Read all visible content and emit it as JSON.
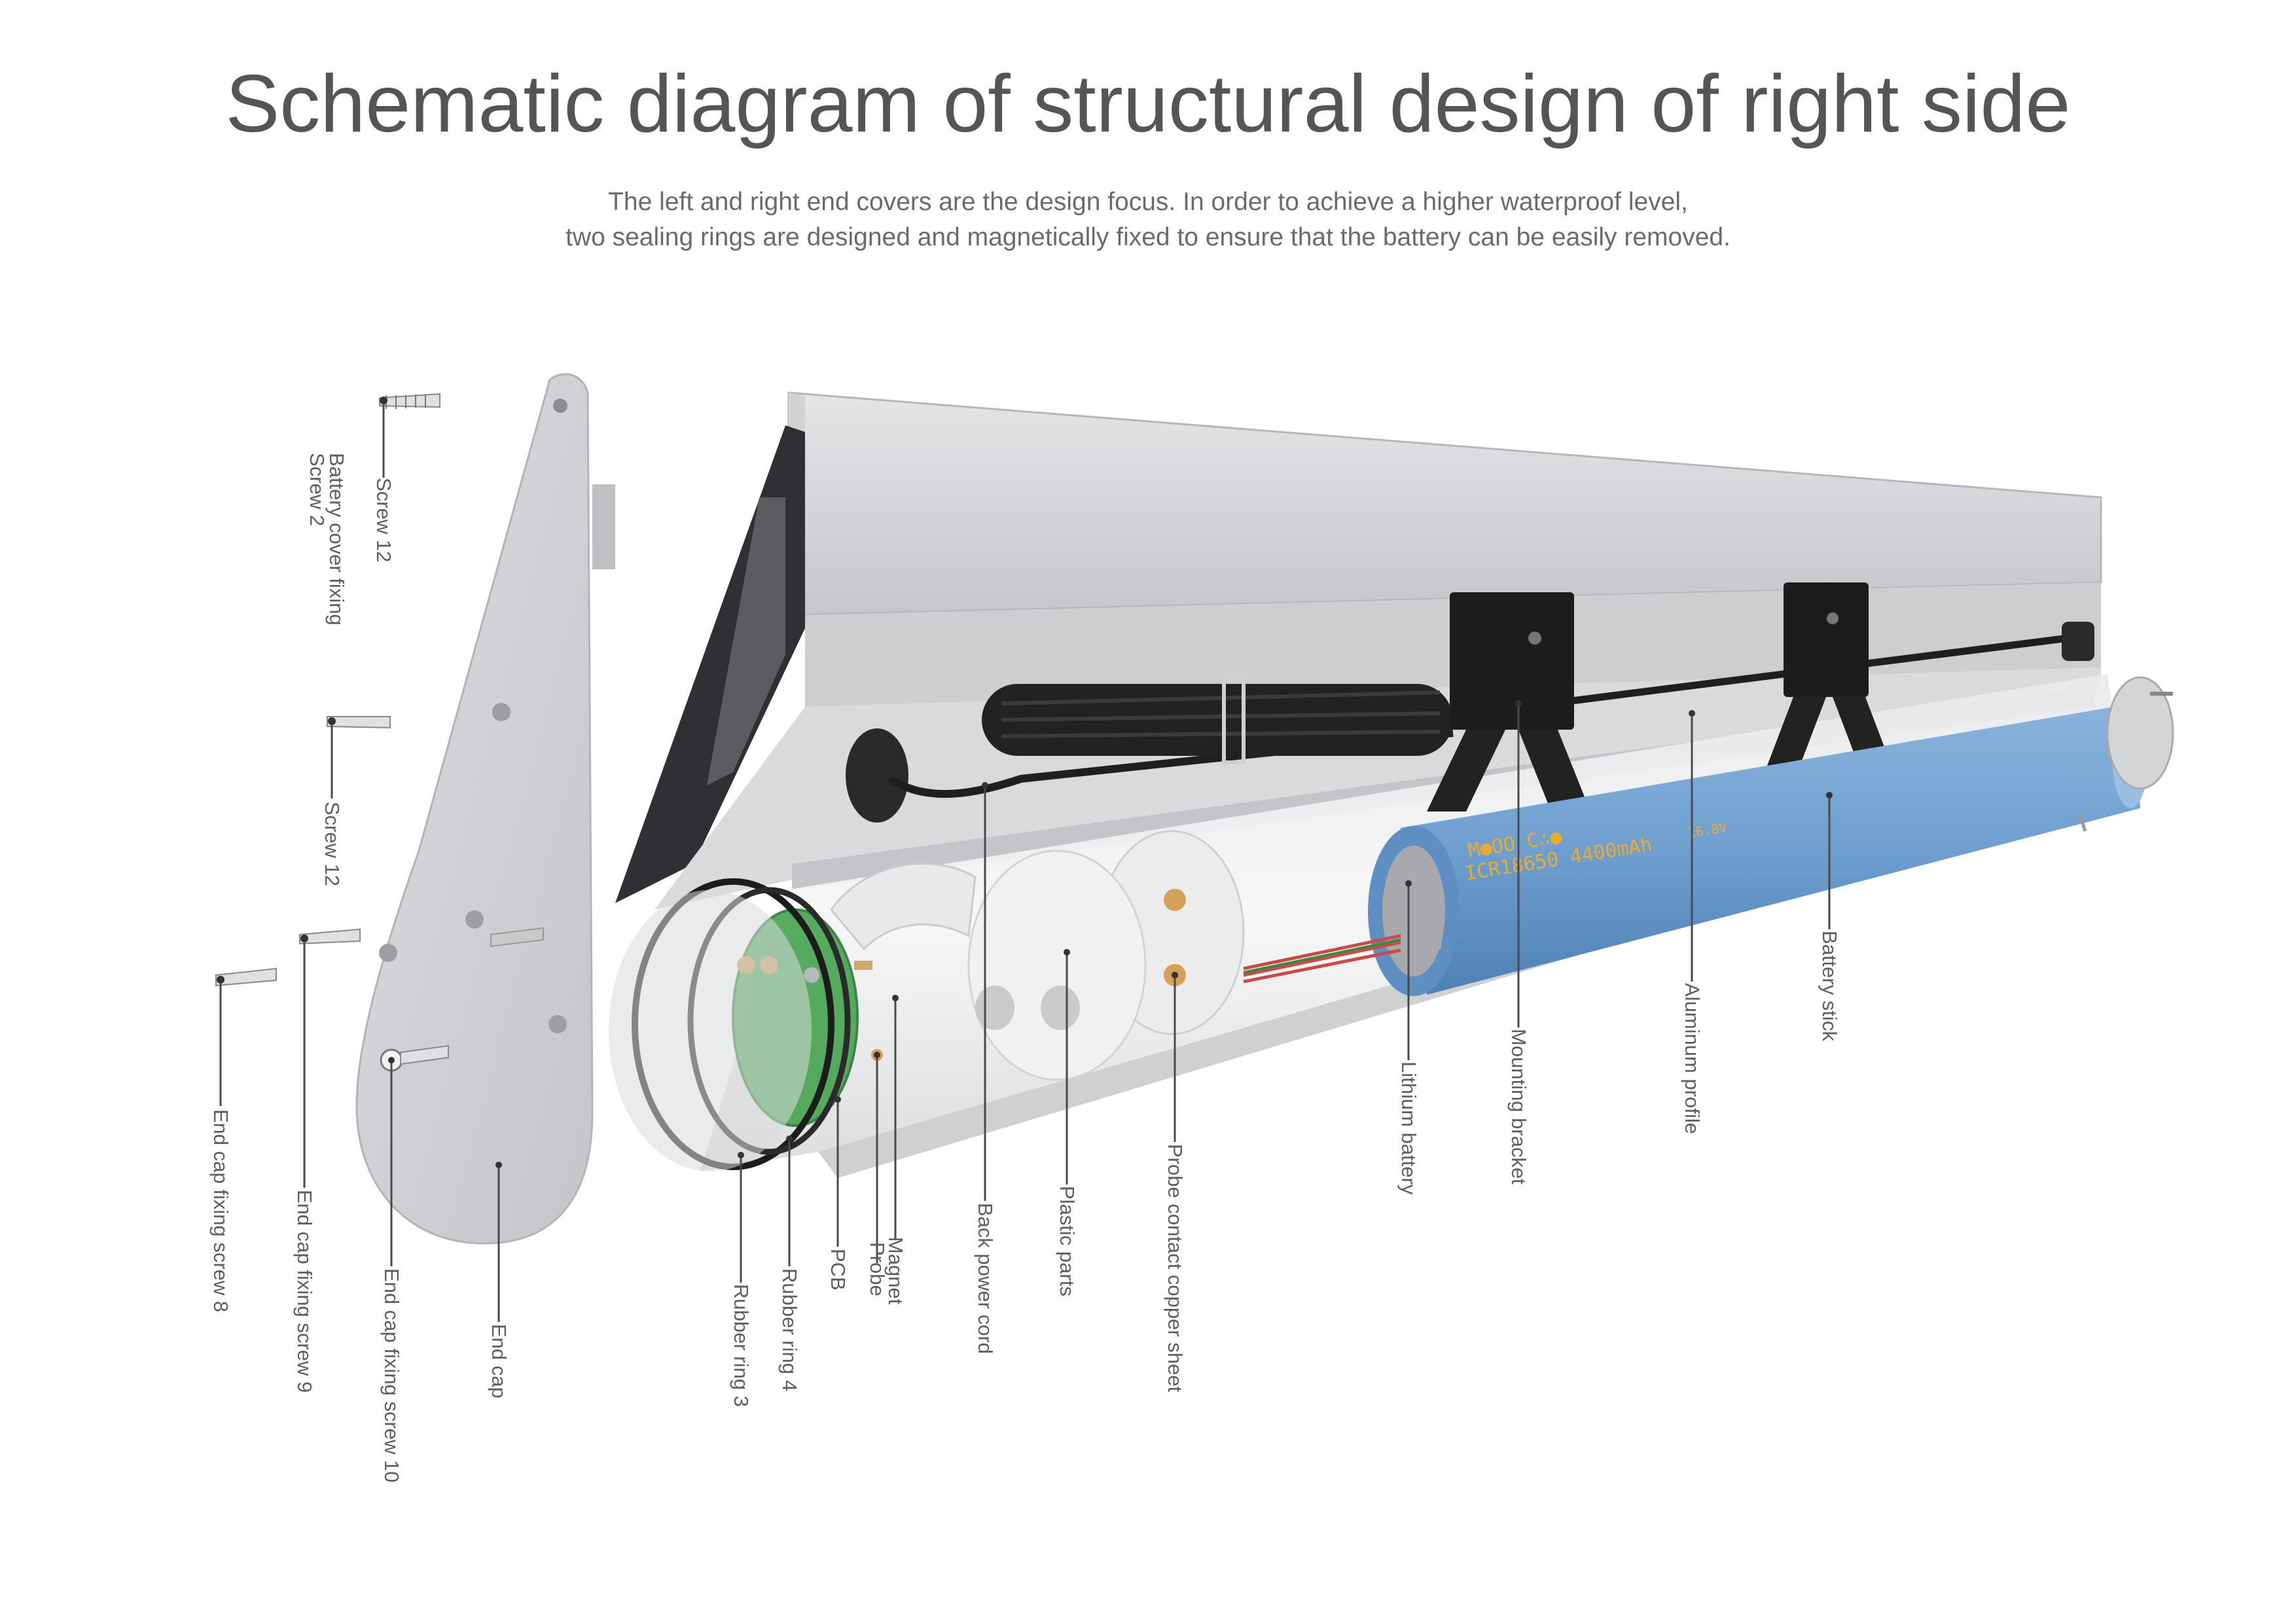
{
  "title": "Schematic diagram of structural design of right side",
  "subtitle": {
    "line1": "The left and right end covers are the design focus. In order to achieve a higher waterproof level,",
    "line2": "two sealing rings are designed and magnetically fixed to ensure that the battery can be easily removed."
  },
  "battery_print": {
    "line1": "M●OO C∴●",
    "line2": "ICR18650 4400mAh",
    "voltage": "16.8V"
  },
  "labels": {
    "screw12_top": "Screw 12",
    "battery_cover_screw_l1": "Battery cover fixing",
    "battery_cover_screw_l2": "Screw 2",
    "screw12_mid": "Screw 12",
    "end_cap_screw_8": "End cap fixing screw 8",
    "end_cap_screw_9": "End cap fixing screw 9",
    "end_cap_screw_10": "End cap fixing screw 10",
    "end_cap": "End cap",
    "rubber_ring_3": "Rubber ring 3",
    "rubber_ring_4": "Rubber ring 4",
    "pcb": "PCB",
    "probe": "Probe",
    "magnet": "Magnet",
    "back_power_cord": "Back power cord",
    "plastic_parts": "Plastic parts",
    "probe_contact_copper_sheet": "Probe contact copper sheet",
    "lithium_battery": "Lithium battery",
    "mounting_bracket": "Mounting bracket",
    "aluminum_profile": "Aluminum profile",
    "battery_stick": "Battery stick"
  },
  "colors": {
    "aluminum": "#cfd0d2",
    "aluminum_dark": "#a9abae",
    "battery_blue": "#6f9fd0",
    "pcb_green": "#3aa447",
    "cord_black": "#1f1f1f",
    "label_gray": "#5e5e5e"
  }
}
